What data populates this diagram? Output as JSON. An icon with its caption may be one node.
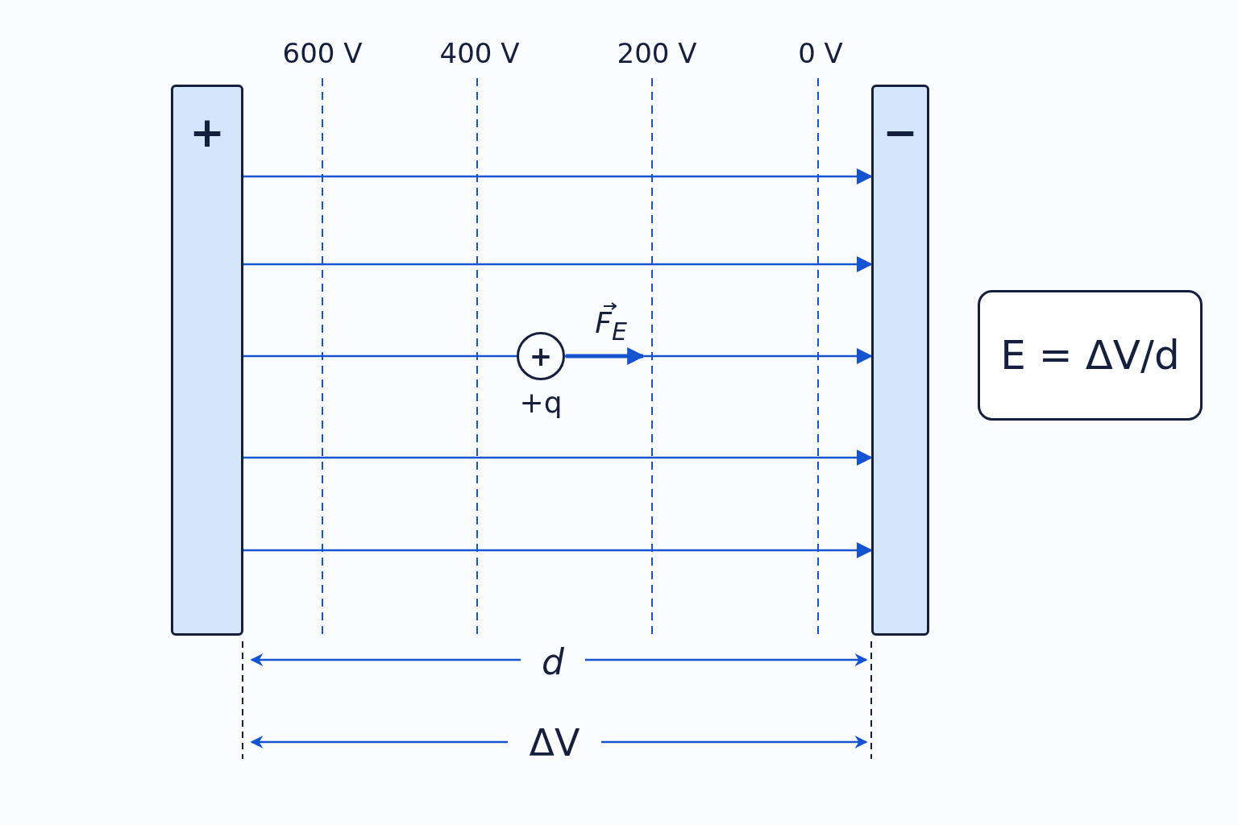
{
  "diagram": {
    "nodes": [
      {
        "text": [
          "+"
        ]
      },
      {
        "text": [
          "−"
        ]
      },
      {
        "text": [
          "+"
        ],
        "beside": [
          "+q"
        ]
      },
      {
        "text": [
          "E = ΔV/d"
        ]
      }
    ],
    "edges": [
      {
        "from": 0,
        "to": 1,
        "arrow": "to"
      },
      {
        "from": 0,
        "to": 1,
        "arrow": "to"
      },
      {
        "from": 0,
        "to": 2,
        "arrow": "none"
      },
      {
        "from": 2,
        "to": 1,
        "arrow": "to"
      },
      {
        "from": 0,
        "to": 1,
        "arrow": "to"
      },
      {
        "from": 0,
        "to": 1,
        "arrow": "to"
      }
    ],
    "labels": [
      "600 V",
      "400 V",
      "200 V",
      "0 V",
      "F$_{E}$",
      "d",
      "ΔV"
    ]
  }
}
